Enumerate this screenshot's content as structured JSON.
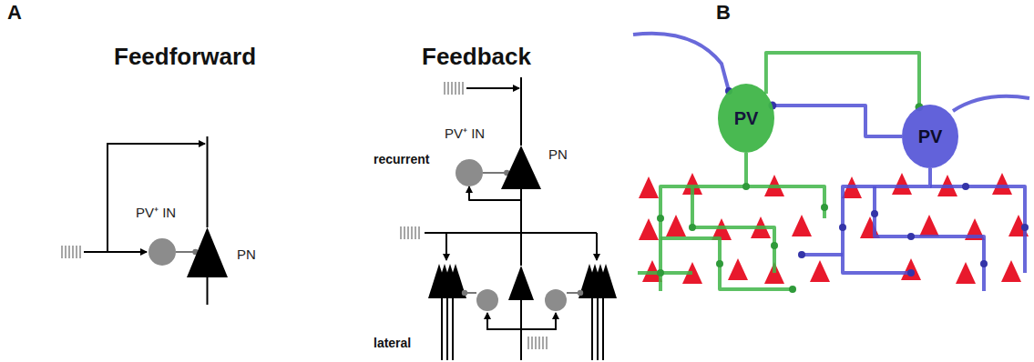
{
  "diagram": {
    "nodes": [
      {
        "text": [
          "PV⁺ IN"
        ]
      },
      {
        "text": [
          "PN"
        ]
      },
      {
        "text": [
          "PV⁺ IN"
        ]
      },
      {
        "text": [
          "PN"
        ]
      },
      {
        "text": [
          "PV"
        ]
      },
      {
        "text": [
          "PV"
        ]
      }
    ],
    "edges": [
      {
        "from": 0,
        "to": 1,
        "arrow": "to"
      },
      {
        "from": 3,
        "to": 2,
        "arrow": "to"
      },
      {
        "from": 2,
        "to": 3,
        "arrow": "to"
      },
      {
        "from": 4,
        "to": 5,
        "arrow": "to"
      },
      {
        "from": 5,
        "to": 4,
        "arrow": "to"
      }
    ],
    "labels": [
      "A",
      "Feedforward",
      "Feedback",
      "recurrent",
      "lateral",
      "B"
    ]
  }
}
